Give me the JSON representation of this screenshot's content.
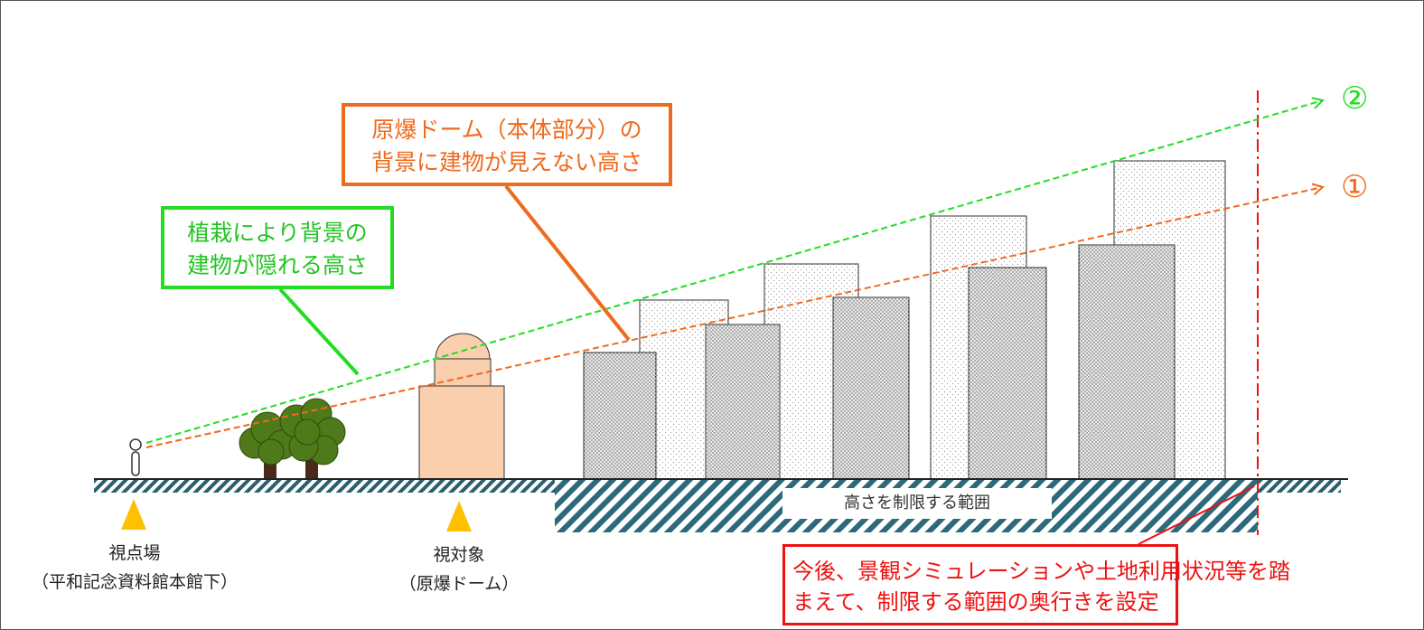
{
  "labels": {
    "green_box": [
      "植栽により背景の",
      "建物が隠れる高さ"
    ],
    "orange_box": [
      "原爆ドーム（本体部分）の",
      "背景に建物が見えない高さ"
    ],
    "red_box": [
      "今後、景観シミュレーションや土地利用状況等を踏",
      "まえて、制限する範囲の奥行きを設定"
    ],
    "range": "高さを制限する範囲",
    "viewpoint": [
      "視点場",
      "（平和記念資料館本館下）"
    ],
    "target": [
      "視対象",
      "（原爆ドーム）"
    ],
    "line_marks": {
      "green": "②",
      "orange": "①"
    }
  },
  "colors": {
    "green": "#22dd22",
    "orange": "#ee6a1e",
    "red": "#ee1111",
    "ground_hatch": "#2b5f6e",
    "dome": "#f9cfae",
    "tree": "#4e7a1a",
    "trunk": "#4a2a18",
    "triangle": "#ffc000"
  },
  "icons": {
    "person": "person-icon",
    "trees": "tree-icon",
    "dome": "dome-building-icon",
    "markers": "triangle-marker-icon"
  }
}
